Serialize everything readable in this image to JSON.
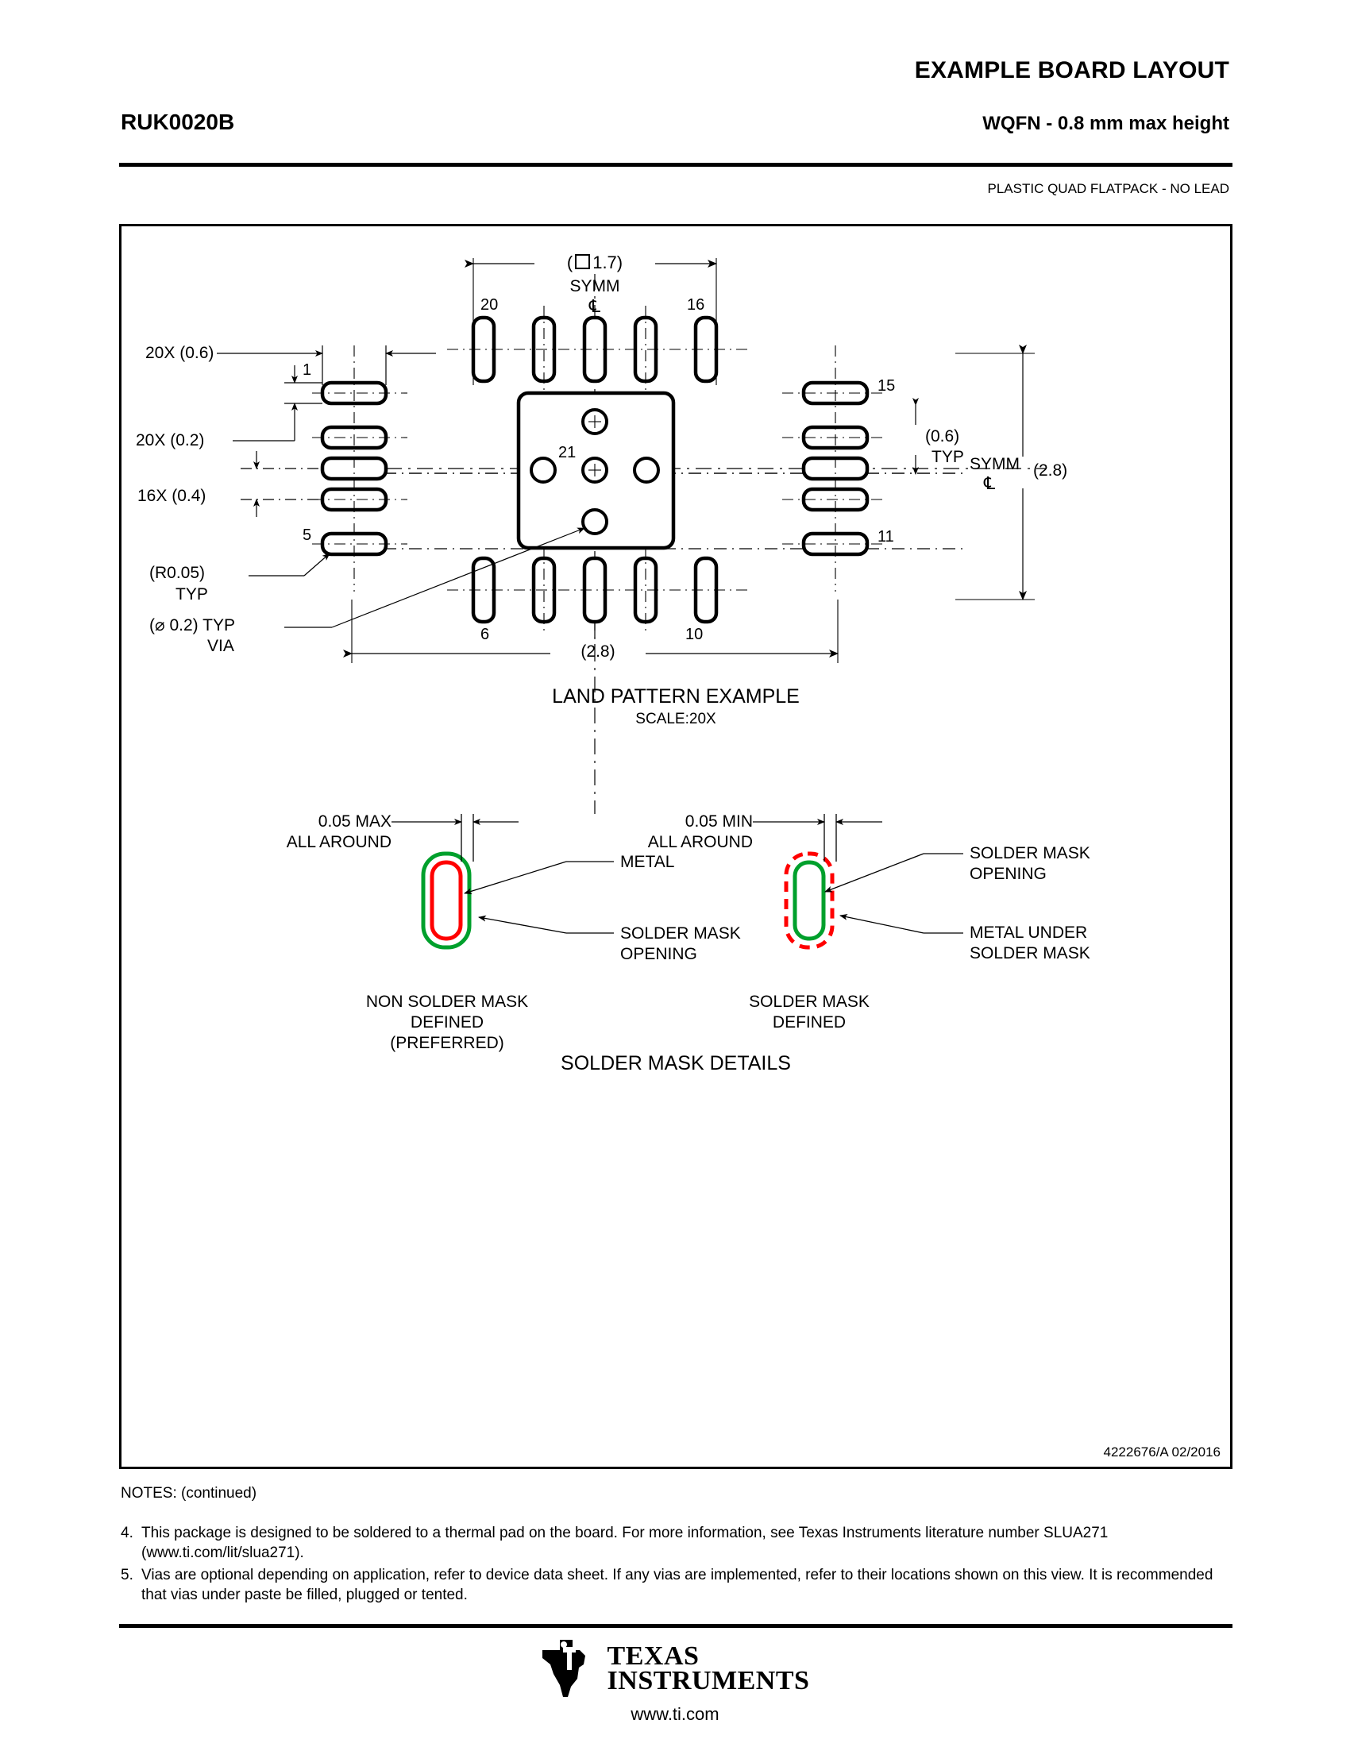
{
  "header": {
    "title": "EXAMPLE BOARD LAYOUT",
    "part_number": "RUK0020B",
    "package": "WQFN - 0.8 mm max height",
    "subtitle": "PLASTIC QUAD FLATPACK - NO LEAD"
  },
  "drawing": {
    "number": "4222676/A   02/2016",
    "land_pattern": {
      "title": "LAND PATTERN EXAMPLE",
      "scale": "SCALE:20X",
      "dim_top": "(    1.7)",
      "dim_top_symbol": "□",
      "dim_top_value": "1.7",
      "dim_bottom": "(2.8)",
      "dim_right": "(2.8)",
      "symm_label": "SYMM",
      "symm_symbol": "℄",
      "pad_length": "20X (0.6)",
      "pad_width": "20X (0.2)",
      "pitch": "16X (0.4)",
      "corner_radius_l1": "(R0.05)",
      "corner_radius_l2": "TYP",
      "via_label_l1": "(⌀ 0.2) TYP",
      "via_label_l2": "VIA",
      "edge_gap_l1": "(0.6)",
      "edge_gap_l2": "TYP",
      "pin_labels": {
        "p20": "20",
        "p16": "16",
        "p1": "1",
        "p5": "5",
        "p6": "6",
        "p10": "10",
        "p11": "11",
        "p15": "15",
        "thermal": "21"
      }
    },
    "solder_mask": {
      "section_title": "SOLDER MASK DETAILS",
      "left": {
        "dim_l1": "0.05 MAX",
        "dim_l2": "ALL AROUND",
        "callout_1": "METAL",
        "callout_2_l1": "SOLDER MASK",
        "callout_2_l2": "OPENING",
        "caption_l1": "NON SOLDER MASK",
        "caption_l2": "DEFINED",
        "caption_l3": "(PREFERRED)"
      },
      "right": {
        "dim_l1": "0.05 MIN",
        "dim_l2": "ALL AROUND",
        "callout_1_l1": "SOLDER MASK",
        "callout_1_l2": "OPENING",
        "callout_2_l1": "METAL UNDER",
        "callout_2_l2": "SOLDER MASK",
        "caption_l1": "SOLDER MASK",
        "caption_l2": "DEFINED"
      }
    }
  },
  "notes": {
    "title": "NOTES: (continued)",
    "items": [
      {
        "num": "4.",
        "text": "This package is designed to be soldered to a thermal pad on the board. For more information, see Texas Instruments literature number SLUA271 (www.ti.com/lit/slua271)."
      },
      {
        "num": "5.",
        "text": "Vias are optional depending on application, refer to device data sheet. If any vias are implemented, refer to their locations shown on this view. It is recommended that vias under paste be filled, plugged or tented."
      }
    ]
  },
  "footer": {
    "brand_line1": "TEXAS",
    "brand_line2": "INSTRUMENTS",
    "url": "www.ti.com"
  },
  "colors": {
    "metal_red": "#FF0000",
    "mask_green": "#00A02C",
    "line_black": "#000000"
  }
}
